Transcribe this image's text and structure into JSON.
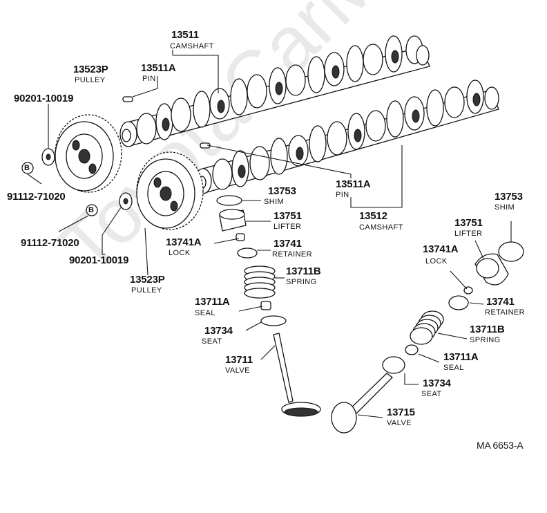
{
  "watermark": "ToyotaCarMine.ru",
  "figure_code": "MA 6653-A",
  "bolt_badge": "B",
  "labels": {
    "n13511": "13511",
    "s13511": "CAMSHAFT",
    "n13523p_a": "13523P",
    "s13523p_a": "PULLEY",
    "n13511a_a": "13511A",
    "s13511a_a": "PIN",
    "n90201_a": "90201-10019",
    "n91112_a": "91112-71020",
    "n13753_a": "13753",
    "s13753_a": "SHIM",
    "n13511a_b": "13511A",
    "s13511a_b": "PIN",
    "n13512": "13512",
    "s13512": "CAMSHAFT",
    "n13751_a": "13751",
    "s13751_a": "LIFTER",
    "n91112_b": "91112-71020",
    "n13741a_a": "13741A",
    "s13741a_a": "LOCK",
    "n13741_a": "13741",
    "s13741_a": "RETAINER",
    "n90201_b": "90201-10019",
    "n13523p_b": "13523P",
    "s13523p_b": "PULLEY",
    "n13711b_a": "13711B",
    "s13711b_a": "SPRING",
    "n13711a_a": "13711A",
    "s13711a_a": "SEAL",
    "n13734_a": "13734",
    "s13734_a": "SEAT",
    "n13711_a": "13711",
    "s13711_a": "VALVE",
    "n13753_b": "13753",
    "s13753_b": "SHIM",
    "n13751_b": "13751",
    "s13751_b": "LIFTER",
    "n13741a_b": "13741A",
    "s13741a_b": "LOCK",
    "n13741_b": "13741",
    "s13741_b": "RETAINER",
    "n13711b_b": "13711B",
    "s13711b_b": "SPRING",
    "n13711a_b": "13711A",
    "s13711a_b": "SEAL",
    "n13734_b": "13734",
    "s13734_b": "SEAT",
    "n13715": "13715",
    "s13715": "VALVE"
  }
}
